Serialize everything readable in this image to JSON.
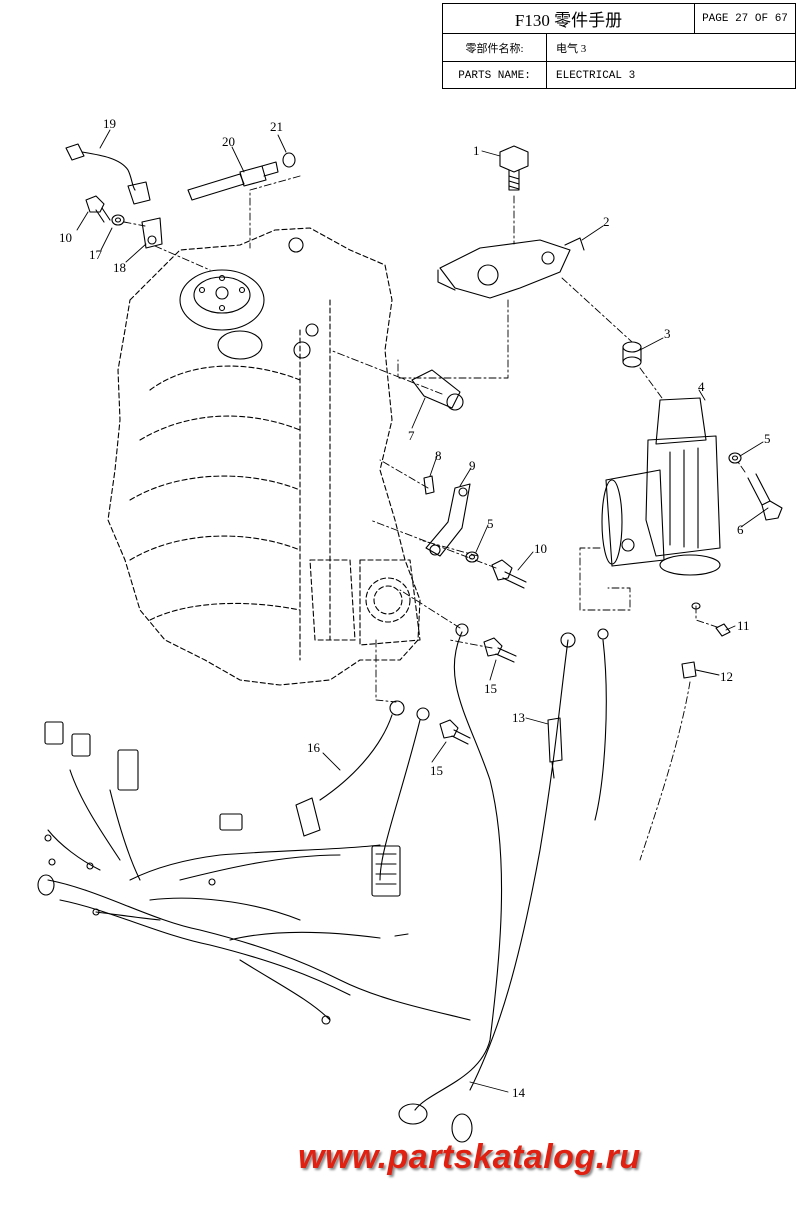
{
  "header": {
    "title": "F130 零件手册",
    "page": "PAGE 27 OF 67",
    "parts_name_cn_label": "零部件名称:",
    "parts_name_cn_value": "电气 3",
    "parts_name_en_label": "PARTS NAME:",
    "parts_name_en_value": "ELECTRICAL 3"
  },
  "callouts": [
    "1",
    "2",
    "3",
    "4",
    "5",
    "6",
    "7",
    "8",
    "9",
    "5",
    "10",
    "11",
    "12",
    "13",
    "14",
    "15",
    "15",
    "16",
    "17",
    "18",
    "19",
    "20",
    "21",
    "10"
  ],
  "watermark": {
    "text": "www.partskatalog.ru",
    "color": "#e02010"
  }
}
